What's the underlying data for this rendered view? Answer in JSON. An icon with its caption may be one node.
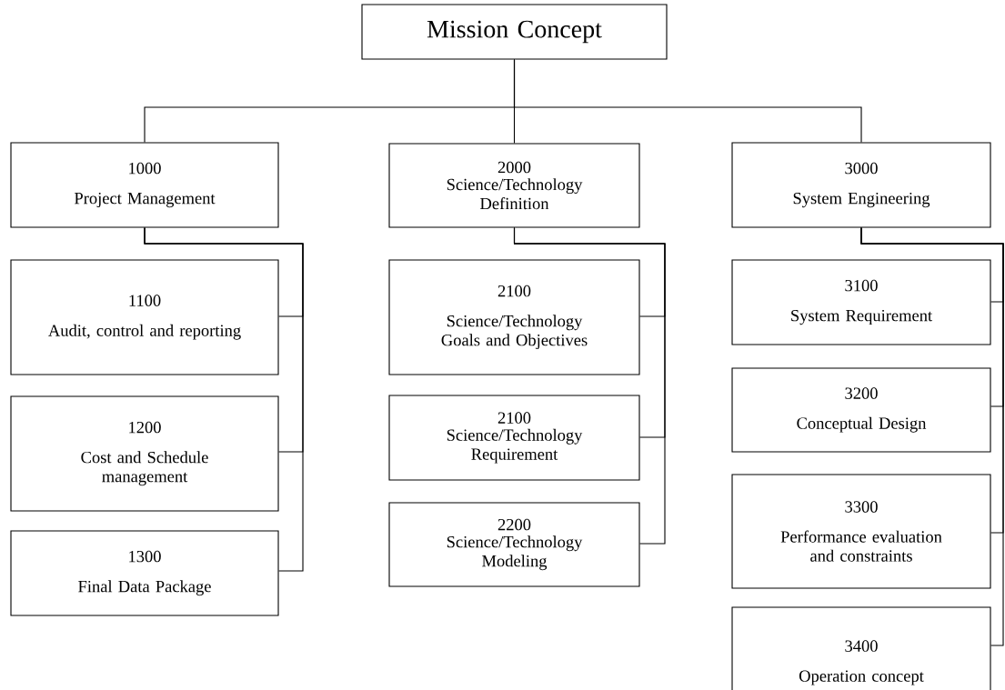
{
  "diagram": {
    "nodes": [
      {
        "text": [
          "Mission Concept"
        ]
      },
      {
        "text": [
          "1000",
          "Project Management"
        ]
      },
      {
        "text": [
          "2000",
          "Science/Technology Definition"
        ]
      },
      {
        "text": [
          "3000",
          "System Engineering"
        ]
      },
      {
        "text": [
          "1100",
          "Audit, control and reporting"
        ]
      },
      {
        "text": [
          "1200",
          "Cost and Schedule management"
        ]
      },
      {
        "text": [
          "1300",
          "Final Data Package"
        ]
      },
      {
        "text": [
          "2100",
          "Science/Technology Goals and Objectives"
        ]
      },
      {
        "text": [
          "2100",
          "Science/Technology Requirement"
        ]
      },
      {
        "text": [
          "2200",
          "Science/Technology Modeling"
        ]
      },
      {
        "text": [
          "3100",
          "System Requirement"
        ]
      },
      {
        "text": [
          "3200",
          "Conceptual Design"
        ]
      },
      {
        "text": [
          "3300",
          "Performance evaluation and constraints"
        ]
      },
      {
        "text": [
          "3400",
          "Operation concept"
        ]
      }
    ],
    "edges": [
      {
        "from": 0,
        "to": 1,
        "arrow": "none"
      },
      {
        "from": 0,
        "to": 2,
        "arrow": "none"
      },
      {
        "from": 0,
        "to": 3,
        "arrow": "none"
      },
      {
        "from": 1,
        "to": 4,
        "arrow": "none"
      },
      {
        "from": 1,
        "to": 5,
        "arrow": "none"
      },
      {
        "from": 1,
        "to": 6,
        "arrow": "none"
      },
      {
        "from": 2,
        "to": 7,
        "arrow": "none"
      },
      {
        "from": 2,
        "to": 8,
        "arrow": "none"
      },
      {
        "from": 2,
        "to": 9,
        "arrow": "none"
      },
      {
        "from": 3,
        "to": 10,
        "arrow": "none"
      },
      {
        "from": 3,
        "to": 11,
        "arrow": "none"
      },
      {
        "from": 3,
        "to": 12,
        "arrow": "none"
      },
      {
        "from": 3,
        "to": 13,
        "arrow": "none"
      }
    ]
  }
}
